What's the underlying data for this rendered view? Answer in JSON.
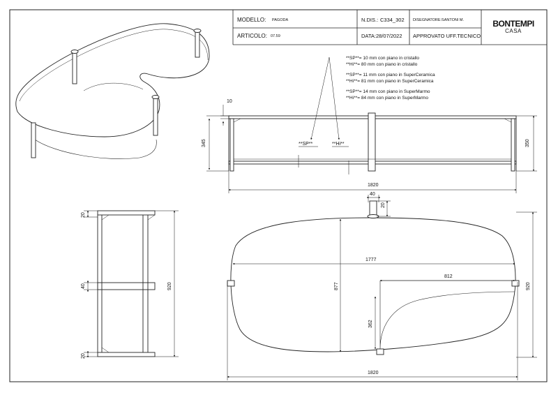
{
  "title_block": {
    "modello_label": "MODELLO:",
    "modello_value": "PAGODA",
    "articolo_label": "ARTICOLO:",
    "articolo_value": "07.59",
    "ndis_label": "N.DIS.:",
    "ndis_value": "C334_302",
    "designer": "DISEGNATORE:SANTONI M.",
    "date": "DATA:28/07/2022",
    "approved": "APPROVATO UFF.TECNICO",
    "brand_main": "BONTEMPI",
    "brand_sub": "CASA"
  },
  "notes": {
    "line1": "**SP**= 10 mm con piano in cristallo",
    "line2": "**Hi**= 80 mm con piano in cristallo",
    "line3": "**SP**= 11 mm con piano in SuperCeramica",
    "line4": "**Hi**= 81 mm con piano in SuperCeramica",
    "line5": "**SP**= 14 mm con piano in SuperMarmo",
    "line6": "**Hi**= 84 mm con piano in SuperMarmo"
  },
  "front_view": {
    "dim_top": "10",
    "dim_left_height": "345",
    "dim_right_height": "350",
    "dim_width": "1820",
    "label_sp": "**SP**",
    "label_hi": "**Hi**"
  },
  "side_view": {
    "dim_top": "20",
    "dim_mid": "40",
    "dim_bottom": "20",
    "dim_depth": "920"
  },
  "top_view": {
    "dim_leg": "40",
    "dim_leg_h": "20",
    "dim_inner_width": "1777",
    "dim_inner_depth": "877",
    "dim_cut_width": "812",
    "dim_cut_depth": "362",
    "dim_depth": "920",
    "dim_width": "1820"
  },
  "colors": {
    "line": "#111111",
    "frame": "#222222"
  }
}
